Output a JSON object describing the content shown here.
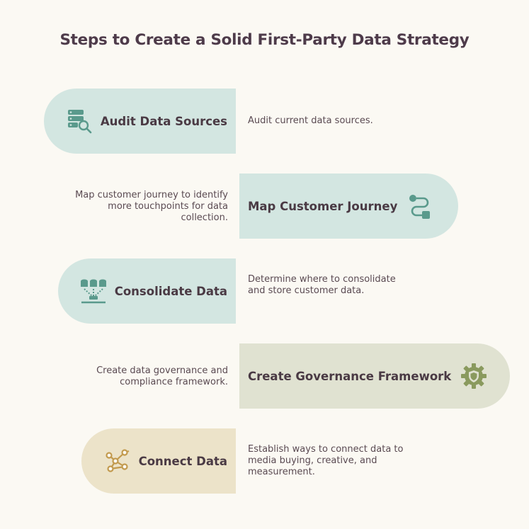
{
  "title": "Steps to Create a Solid First-Party Data Strategy",
  "colors": {
    "teal_bg": "#d3e6e1",
    "olive_bg": "#e0e2d1",
    "tan_bg": "#ece3c9",
    "teal_icon": "#5a9a8c",
    "olive_icon": "#8a9a5e",
    "tan_icon": "#c29a4e"
  },
  "steps": [
    {
      "label": "Audit Data Sources",
      "description": "Audit current data sources.",
      "icon": "database-search-icon"
    },
    {
      "label": "Map Customer Journey",
      "description": "Map customer journey to identify more touchpoints for data collection.",
      "icon": "path-route-icon"
    },
    {
      "label": "Consolidate Data",
      "description": "Determine where to consolidate and store customer data.",
      "icon": "database-merge-icon"
    },
    {
      "label": "Create Governance Framework",
      "description": "Create data governance and compliance framework.",
      "icon": "shield-gear-icon"
    },
    {
      "label": "Connect Data",
      "description": "Establish ways to connect data to media buying, creative, and measurement.",
      "icon": "network-nodes-icon"
    }
  ]
}
